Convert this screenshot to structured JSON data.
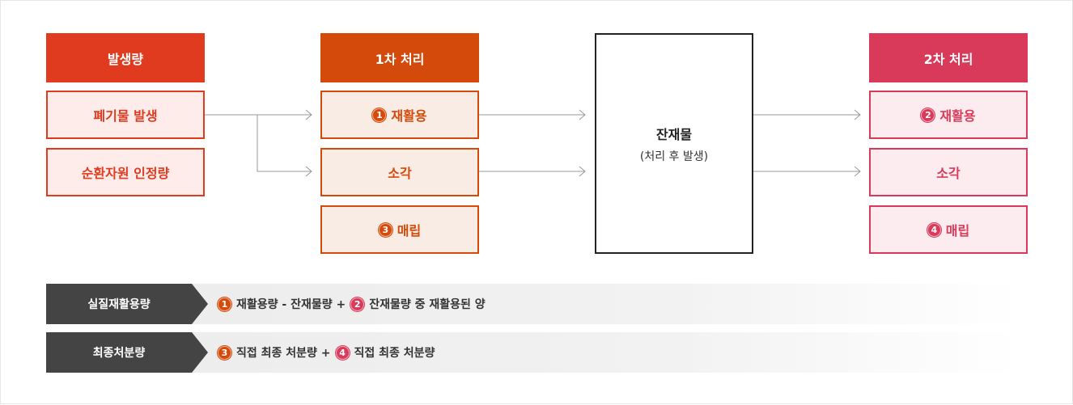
{
  "columns": {
    "generation": {
      "header": "발생량",
      "items": [
        "폐기물 발생",
        "순환자원 인정량"
      ]
    },
    "primary": {
      "header": "1차 처리",
      "items": [
        {
          "num": "1",
          "label": "재활용"
        },
        {
          "num": "",
          "label": "소각"
        },
        {
          "num": "3",
          "label": "매립"
        }
      ]
    },
    "residue": {
      "title": "잔재물",
      "subtitle": "(처리 후 발생)"
    },
    "secondary": {
      "header": "2차 처리",
      "items": [
        {
          "num": "2",
          "label": "재활용"
        },
        {
          "num": "",
          "label": "소각"
        },
        {
          "num": "4",
          "label": "매립"
        }
      ]
    }
  },
  "formulas": [
    {
      "label": "실질재활용량",
      "parts": [
        {
          "num": "1",
          "text": "재활용량 - 잔재물량 +"
        },
        {
          "num": "2",
          "text": "잔재물량 중 재활용된 양"
        }
      ]
    },
    {
      "label": "최종처분량",
      "parts": [
        {
          "num": "3",
          "text": "직접 최종 처분량 +"
        },
        {
          "num": "4",
          "text": "직접 최종 처분량"
        }
      ]
    }
  ],
  "colors": {
    "generation": "#e03a1f",
    "primary": "#d44a0b",
    "secondary": "#d93a5a",
    "formula_label": "#444444",
    "residue_border": "#222222"
  }
}
